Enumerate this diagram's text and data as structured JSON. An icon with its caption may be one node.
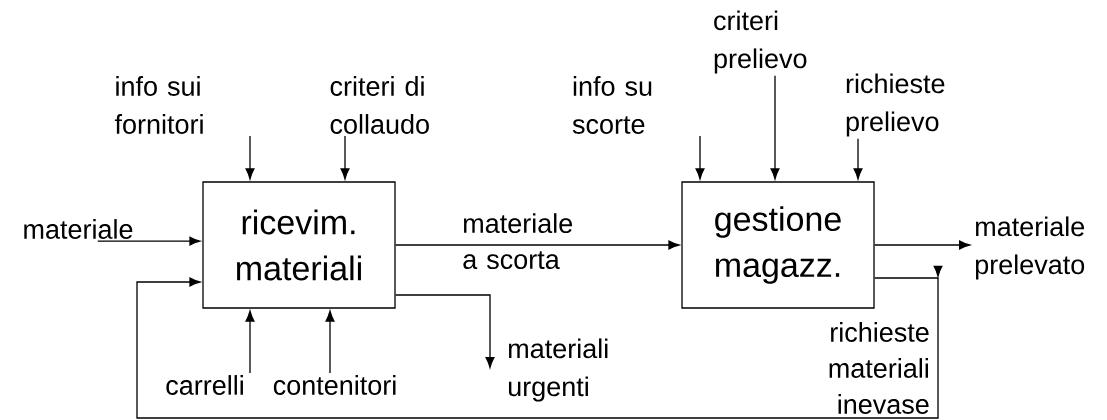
{
  "diagram": {
    "nodes": [
      {
        "text": [
          "ricevim. materiali"
        ]
      },
      {
        "text": [
          "gestione magazz."
        ]
      },
      {
        "text": [
          "info sui fornitori"
        ]
      },
      {
        "text": [
          "criteri di collaudo"
        ]
      },
      {
        "text": [
          "materiale"
        ]
      },
      {
        "text": [
          "carrelli"
        ]
      },
      {
        "text": [
          "contenitori"
        ]
      },
      {
        "text": [
          "materiali urgenti"
        ]
      },
      {
        "text": [
          "info su scorte"
        ]
      },
      {
        "text": [
          "criteri prelievo"
        ]
      },
      {
        "text": [
          "richieste prelievo"
        ]
      },
      {
        "text": [
          "materiale prelevato"
        ]
      }
    ],
    "edges": [
      {
        "from": 2,
        "to": 0,
        "arrow": "to"
      },
      {
        "from": 3,
        "to": 0,
        "arrow": "to"
      },
      {
        "from": 4,
        "to": 0,
        "arrow": "to"
      },
      {
        "from": 5,
        "to": 0,
        "arrow": "to"
      },
      {
        "from": 6,
        "to": 0,
        "arrow": "to"
      },
      {
        "from": 0,
        "to": 1,
        "arrow": "to",
        "label": "materiale a scorta"
      },
      {
        "from": 0,
        "to": 7,
        "arrow": "to"
      },
      {
        "from": 8,
        "to": 1,
        "arrow": "to"
      },
      {
        "from": 9,
        "to": 1,
        "arrow": "to"
      },
      {
        "from": 10,
        "to": 1,
        "arrow": "to"
      },
      {
        "from": 1,
        "to": 11,
        "arrow": "to"
      },
      {
        "from": 1,
        "to": 0,
        "arrow": "to",
        "label": "richieste materiali inevase"
      }
    ]
  }
}
